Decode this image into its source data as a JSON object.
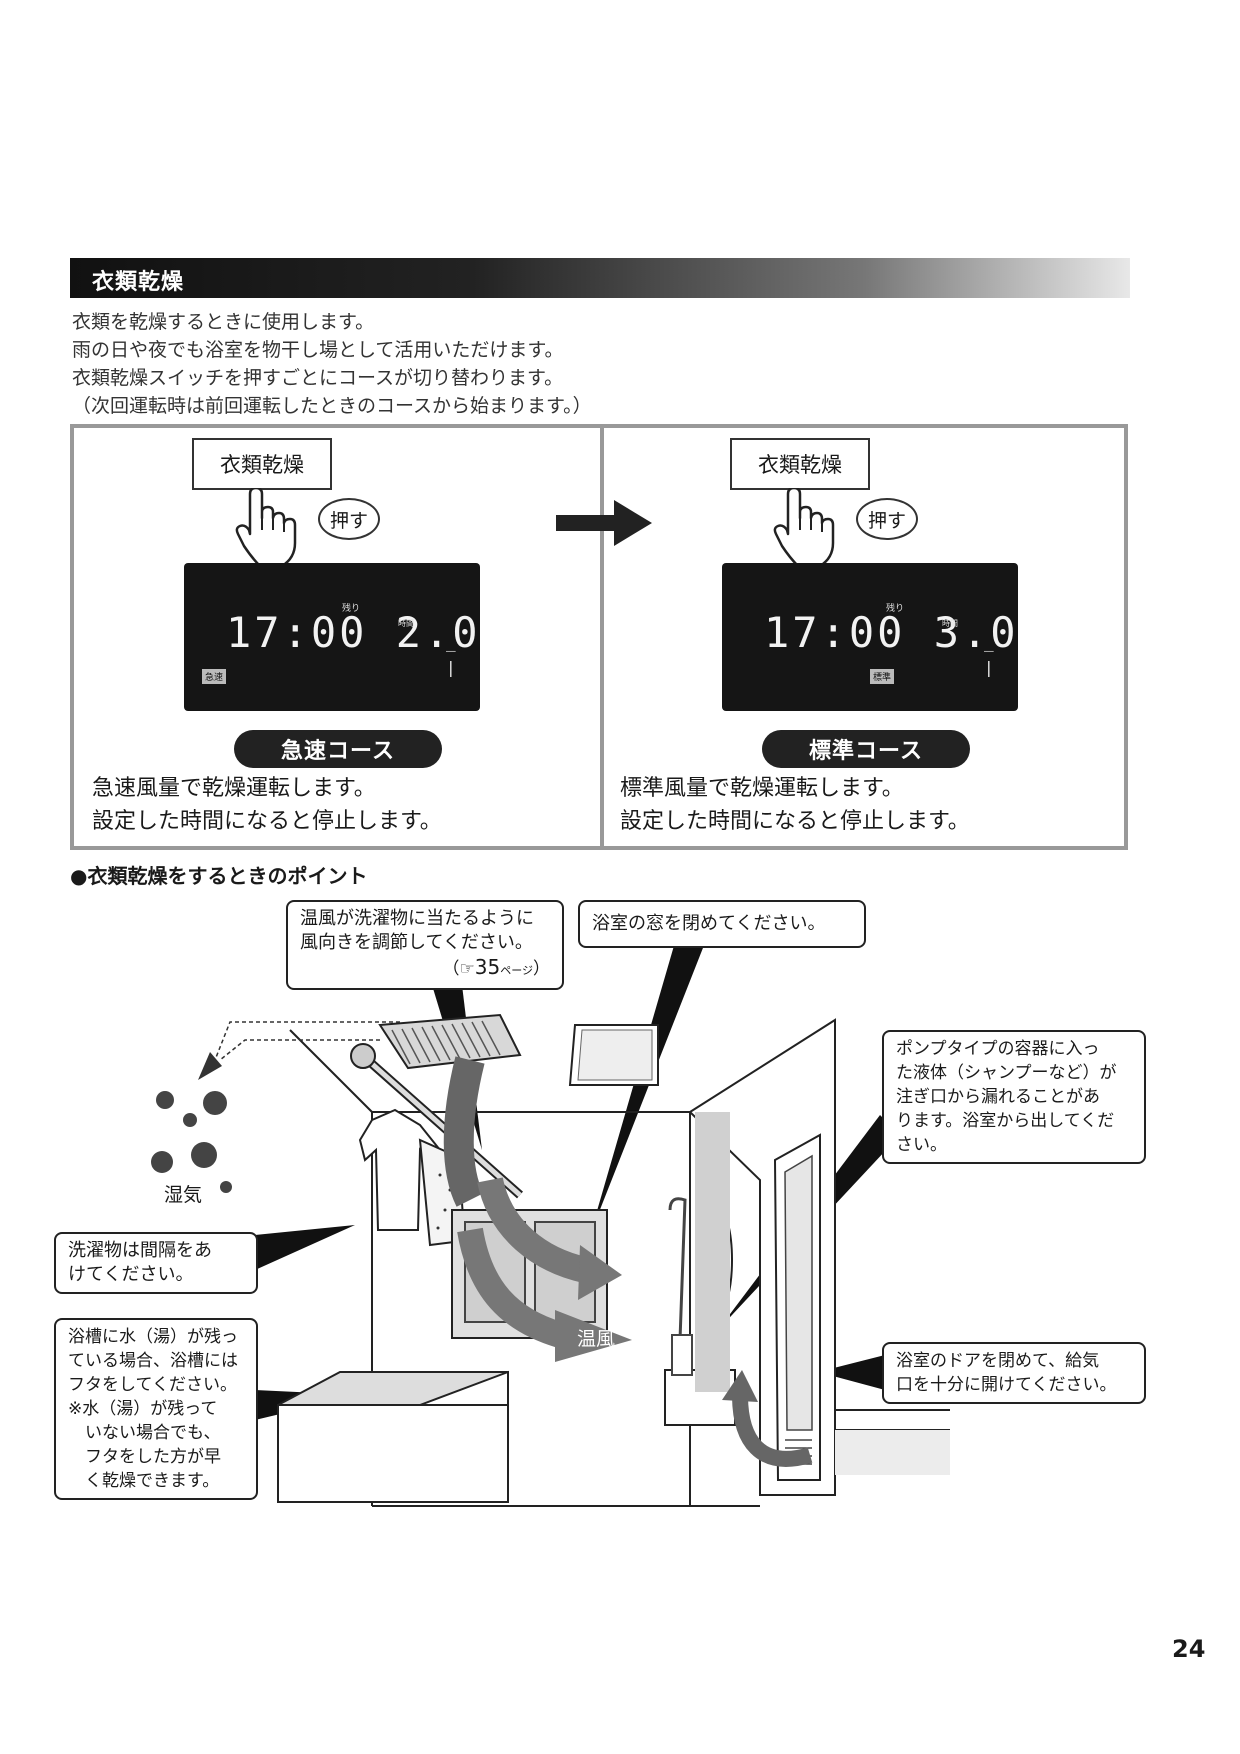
{
  "section": {
    "title": "衣類乾燥"
  },
  "intro": [
    "衣類を乾燥するときに使用します。",
    "雨の日や夜でも浴室を物干し場として活用いただけます。",
    "衣類乾燥スイッチを押すごとにコースが切り替わります。",
    "（次回運転時は前回運転したときのコースから始まります。）"
  ],
  "courses": [
    {
      "switch_label": "衣類乾燥",
      "press_label": "押す",
      "display": {
        "clock": "17:00",
        "remaining_label": "残り",
        "remaining_value": "2.0",
        "unit": "時間",
        "mode_tag": "急速"
      },
      "course_name": "急速コース",
      "description": [
        "急速風量で乾燥運転します。",
        "設定した時間になると停止します。"
      ]
    },
    {
      "switch_label": "衣類乾燥",
      "press_label": "押す",
      "display": {
        "clock": "17:00",
        "remaining_label": "残り",
        "remaining_value": "3.0",
        "unit": "時間",
        "mode_tag": "標準"
      },
      "course_name": "標準コース",
      "description": [
        "標準風量で乾燥運転します。",
        "設定した時間になると停止します。"
      ]
    }
  ],
  "points": {
    "heading": "●衣類乾燥をするときのポイント",
    "callouts": {
      "airflow": {
        "lines": [
          "温風が洗濯物に当たるように",
          "風向きを調節してください。"
        ],
        "ref_open": "（",
        "ref_page": "35",
        "ref_unit": "ページ",
        "ref_close": "）"
      },
      "window": {
        "lines": [
          "浴室の窓を閉めてください。"
        ]
      },
      "pump": {
        "lines": [
          "ポンプタイプの容器に入っ",
          "た液体（シャンプーなど）が",
          "注ぎ口から漏れることがあ",
          "ります。浴室から出してくだ",
          "さい。"
        ]
      },
      "laundry": {
        "lines": [
          "洗濯物は間隔をあ",
          "けてください。"
        ]
      },
      "bathtub": {
        "lines": [
          "浴槽に水（湯）が残っ",
          "ている場合、浴槽には",
          "フタをしてください。",
          "※水（湯）が残って",
          "　いない場合でも、",
          "　フタをした方が早",
          "　く乾燥できます。"
        ]
      },
      "door": {
        "lines": [
          "浴室のドアを閉めて、給気",
          "口を十分に開けてください。"
        ]
      }
    },
    "labels": {
      "humidity": "湿気",
      "warm_air": "温風"
    }
  },
  "page_number": "24"
}
